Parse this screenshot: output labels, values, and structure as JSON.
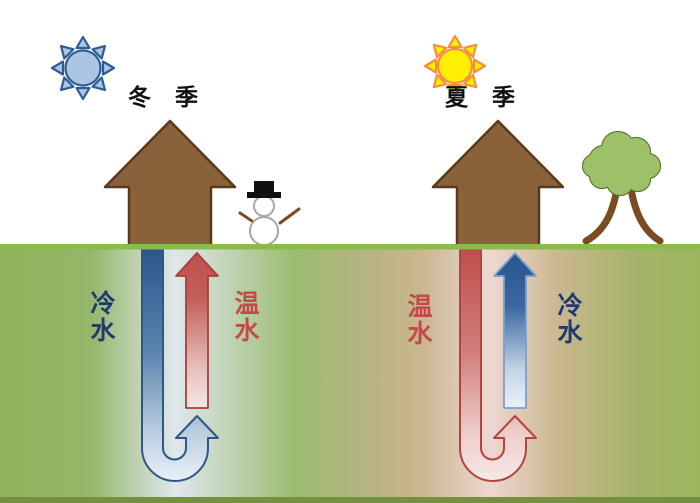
{
  "diagram": {
    "winter": {
      "season_label": "冬季",
      "pipe_down_label": "冷水",
      "pipe_up_label": "温水"
    },
    "summer": {
      "season_label": "夏季",
      "pipe_down_label": "温水",
      "pipe_up_label": "冷水"
    }
  },
  "icons": {
    "winter_sun": "cold-sun-icon",
    "summer_sun": "sun-icon",
    "winter_house": "house-icon",
    "summer_house": "house-icon",
    "snowman": "snowman-icon",
    "tree": "tree-icon",
    "cold_loop": "u-turn-pipe-arrow",
    "warm_loop": "u-turn-pipe-arrow"
  },
  "colors": {
    "cold_pipe": "#2d578b",
    "warm_pipe": "#c0504d",
    "cold_label_text": "#1f3a6e",
    "warm_label_text": "#c3494a",
    "season_text": "#111111",
    "house_brown": "#8a6239",
    "house_outline": "#5a3a1a",
    "tree_green": "#9cc169",
    "tree_outline": "#5a7030",
    "trunk_brown": "#7b4b21",
    "ground_green": "#8fb35a",
    "ground_line": "#8cbb4d",
    "ground_cool_strip": "#dfe7ed",
    "ground_warm_strip": "#eed7d1",
    "winter_sun_fill": "#aac6e4",
    "winter_sun_stroke": "#2e5c94",
    "summer_sun_fill": "#ffef00",
    "summer_sun_stroke": "#f78f3f"
  }
}
